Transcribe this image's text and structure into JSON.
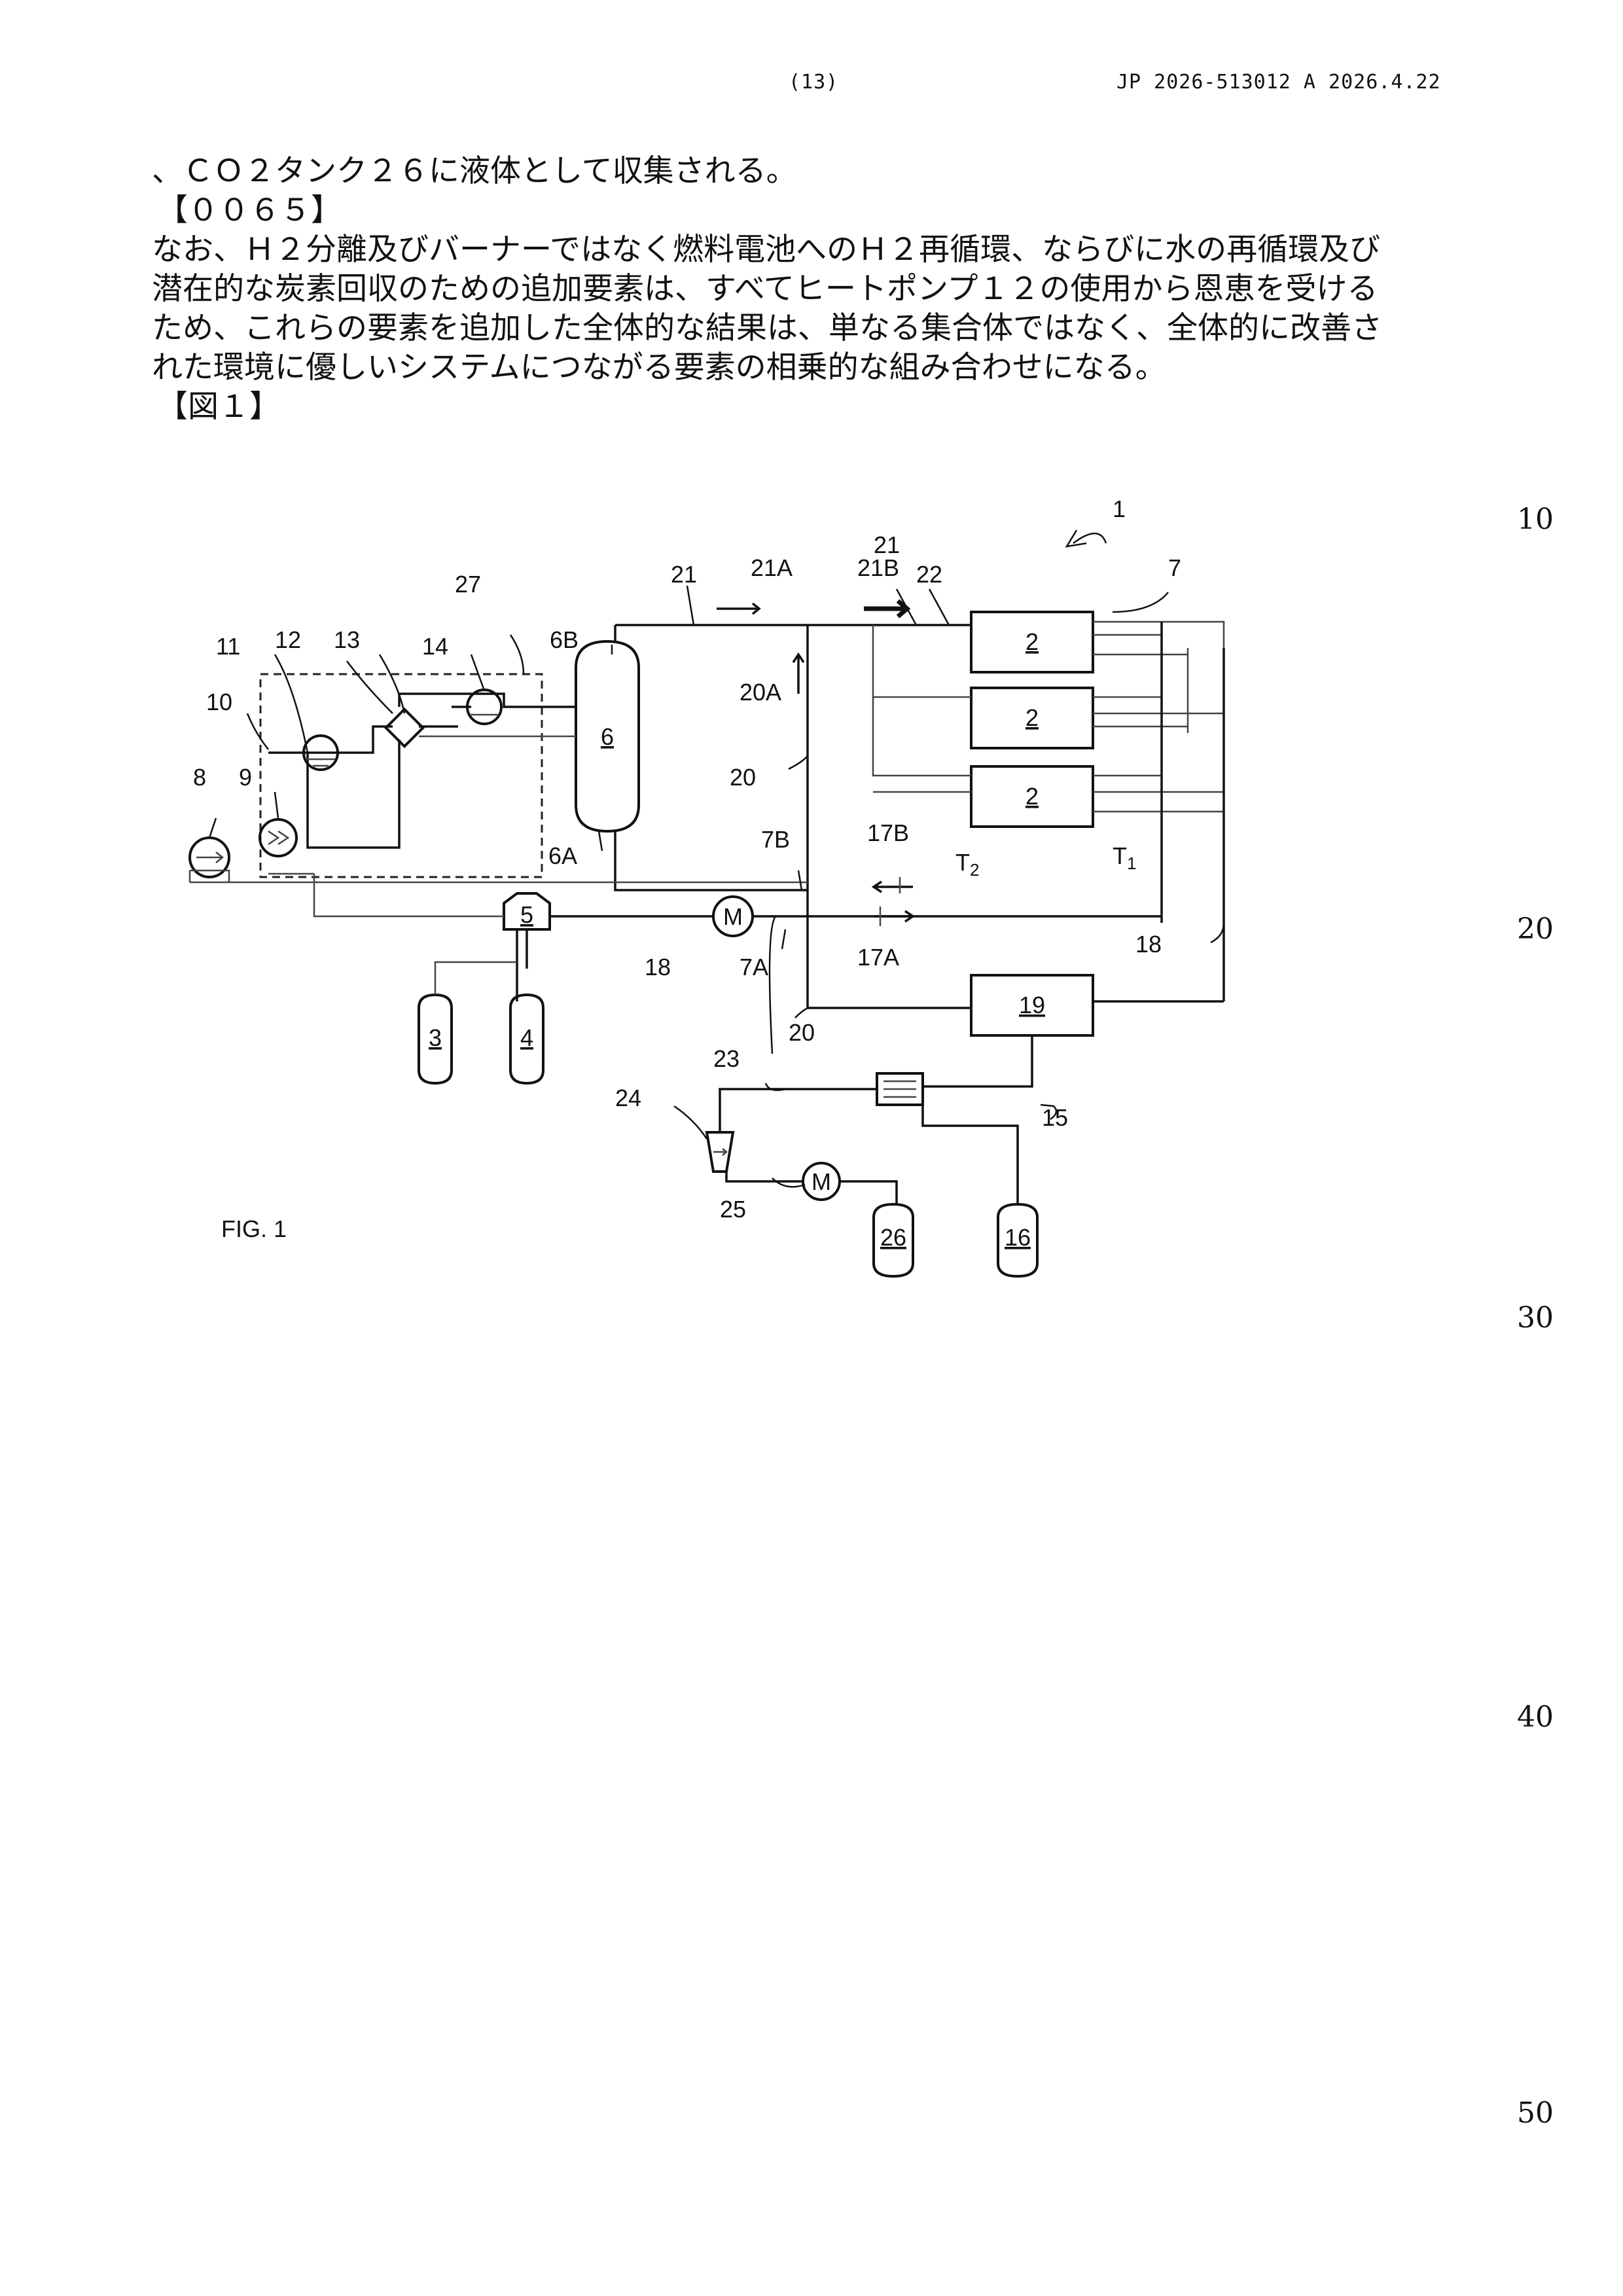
{
  "header": {
    "page": "(13)",
    "publication": "JP  2026-513012  A  2026.4.22"
  },
  "paragraphs": [
    "、ＣＯ２タンク２６に液体として収集される。",
    "【００６５】",
    "なお、Ｈ２分離及びバーナーではなく燃料電池へのＨ２再循環、ならびに水の再循環及び",
    "潜在的な炭素回収のための追加要素は、すべてヒートポンプ１２の使用から恩恵を受ける",
    "ため、これらの要素を追加した全体的な結果は、単なる集合体ではなく、全体的に改善さ",
    "れた環境に優しいシステムにつながる要素の相乗的な組み合わせになる。",
    "【図１】"
  ],
  "line_numbers": [
    "10",
    "20",
    "30",
    "40",
    "50"
  ],
  "figure": {
    "caption": "FIG. 1",
    "ref_1": "1",
    "box_2": "2",
    "box_3": "3",
    "box_4": "4",
    "box_5": "5",
    "box_6": "6",
    "box_16": "16",
    "box_19": "19",
    "box_26": "26",
    "lbl_6A": "6A",
    "lbl_6B": "6B",
    "lbl_7": "7",
    "lbl_7A": "7A",
    "lbl_7B": "7B",
    "lbl_8": "8",
    "lbl_9": "9",
    "lbl_10": "10",
    "lbl_11": "11",
    "lbl_12": "12",
    "lbl_13": "13",
    "lbl_14": "14",
    "lbl_15": "15",
    "lbl_17A": "17A",
    "lbl_17B": "17B",
    "lbl_18": "18",
    "lbl_20": "20",
    "lbl_20A": "20A",
    "lbl_21": "21",
    "lbl_21A": "21A",
    "lbl_21B": "21B",
    "lbl_22": "22",
    "lbl_23": "23",
    "lbl_24": "24",
    "lbl_25": "25",
    "lbl_27": "27",
    "lbl_T1": "T",
    "sub_T1": "1",
    "lbl_T2": "T",
    "sub_T2": "2",
    "motor_M": "M"
  }
}
